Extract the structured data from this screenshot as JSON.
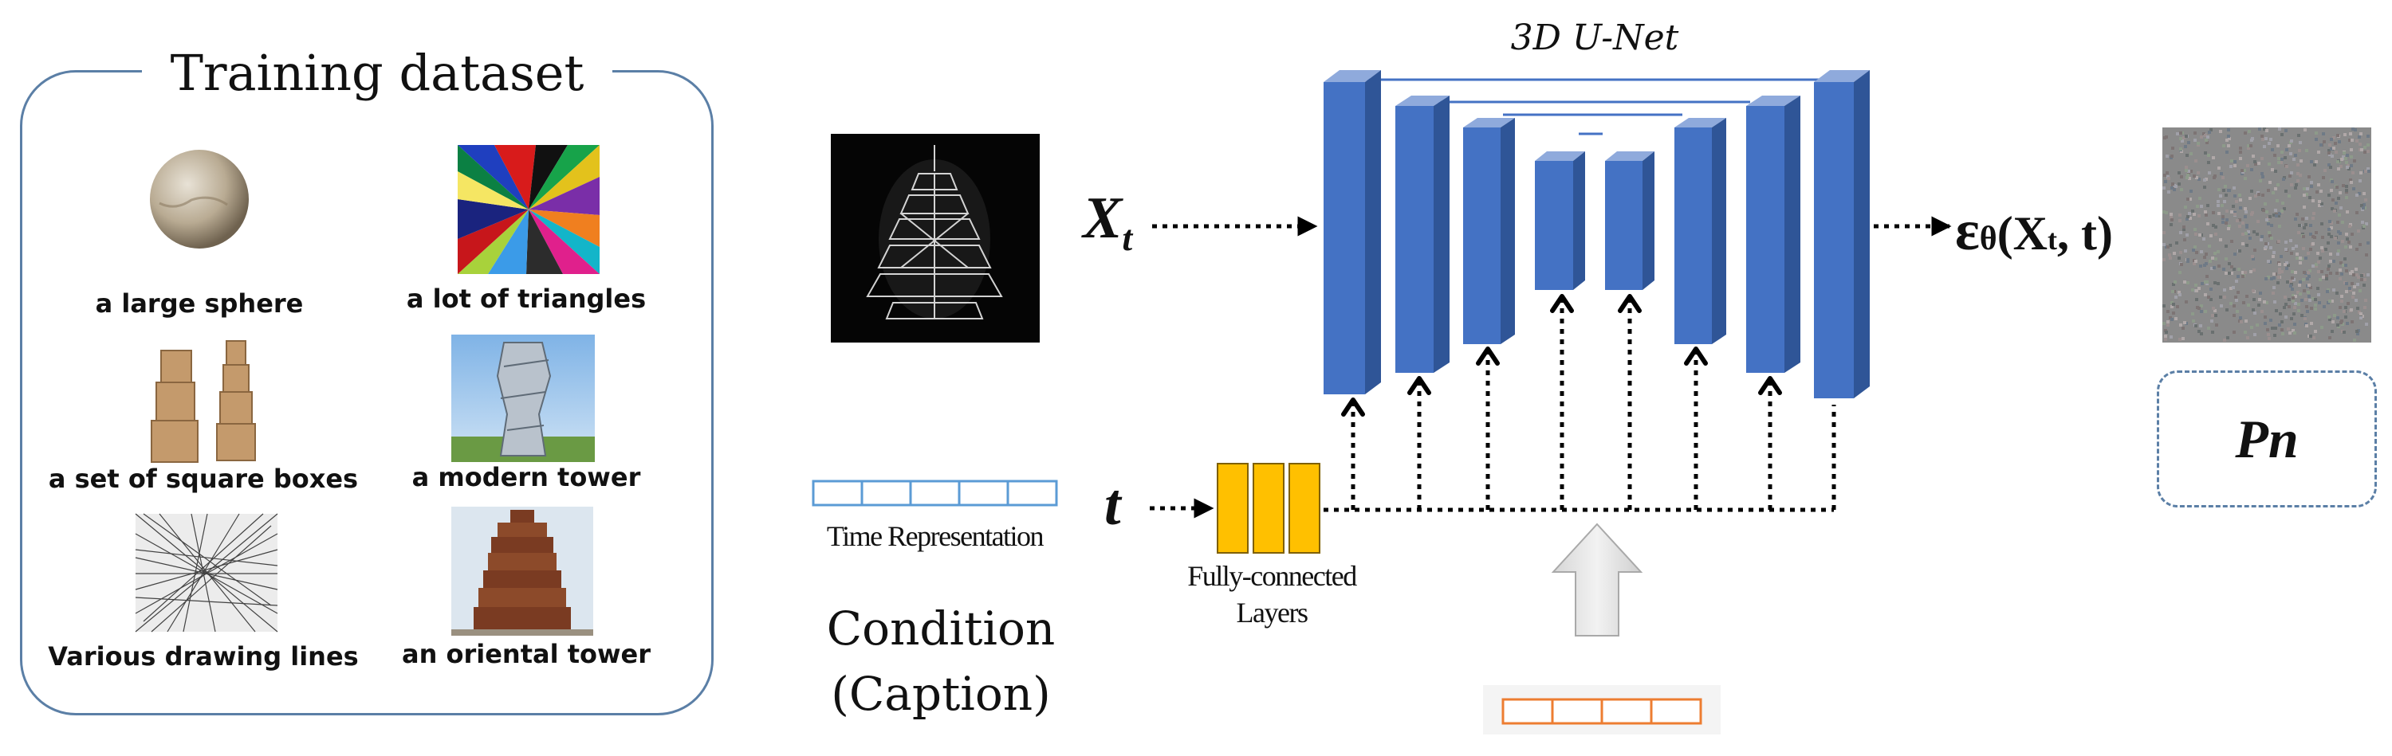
{
  "dataset": {
    "title": "Training dataset",
    "items": [
      {
        "caption": "a large sphere"
      },
      {
        "caption": "a lot of triangles"
      },
      {
        "caption": "a set of square boxes"
      },
      {
        "caption": "a modern tower"
      },
      {
        "caption": "Various drawing lines"
      },
      {
        "caption": "an oriental tower"
      }
    ]
  },
  "unet": {
    "title": "3D U-Net"
  },
  "input": {
    "symbol": "X",
    "subscript": "t"
  },
  "output": {
    "symbol": "ε",
    "theta": "θ",
    "args": "(X",
    "args_sub": "t",
    "args_end": ", t)"
  },
  "time": {
    "symbol": "t",
    "label": "Time Representation"
  },
  "fc": {
    "line1": "Fully-connected",
    "line2": "Layers"
  },
  "condition": {
    "line1": "Condition",
    "line2": "(Caption)"
  },
  "result": {
    "label": "Pn"
  },
  "colors": {
    "panel_border": "#5b7fa6",
    "unet_block": "#4472c4",
    "fc_layer": "#ffc000",
    "time_vector": "#5b9bd5",
    "caption_vector": "#ed7d31"
  }
}
